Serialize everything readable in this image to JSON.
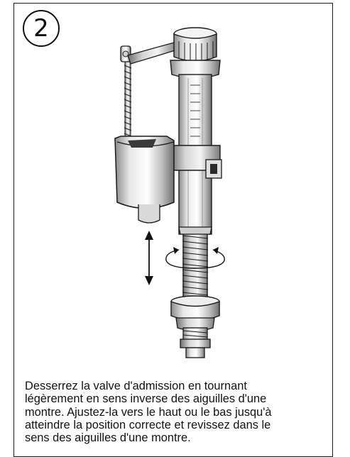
{
  "step": {
    "number": "2"
  },
  "figure": {
    "subject": "fill-valve",
    "arrows": [
      "up-down-arrow-icon",
      "rotate-arrow-icon"
    ]
  },
  "caption": {
    "lines": [
      "Desserrez la valve d'admission en tournant",
      "légèrement en sens inverse des aiguilles d'une",
      "montre. Ajustez-la vers le haut ou le bas jusqu'à",
      "atteindre la position correcte et revissez dans le",
      "sens des aiguilles d'une montre."
    ]
  },
  "colors": {
    "line": "#1a1a1a",
    "metal-light": "#e6e6e6",
    "metal-mid": "#bdbdbd",
    "metal-dark": "#7d7d7d"
  }
}
